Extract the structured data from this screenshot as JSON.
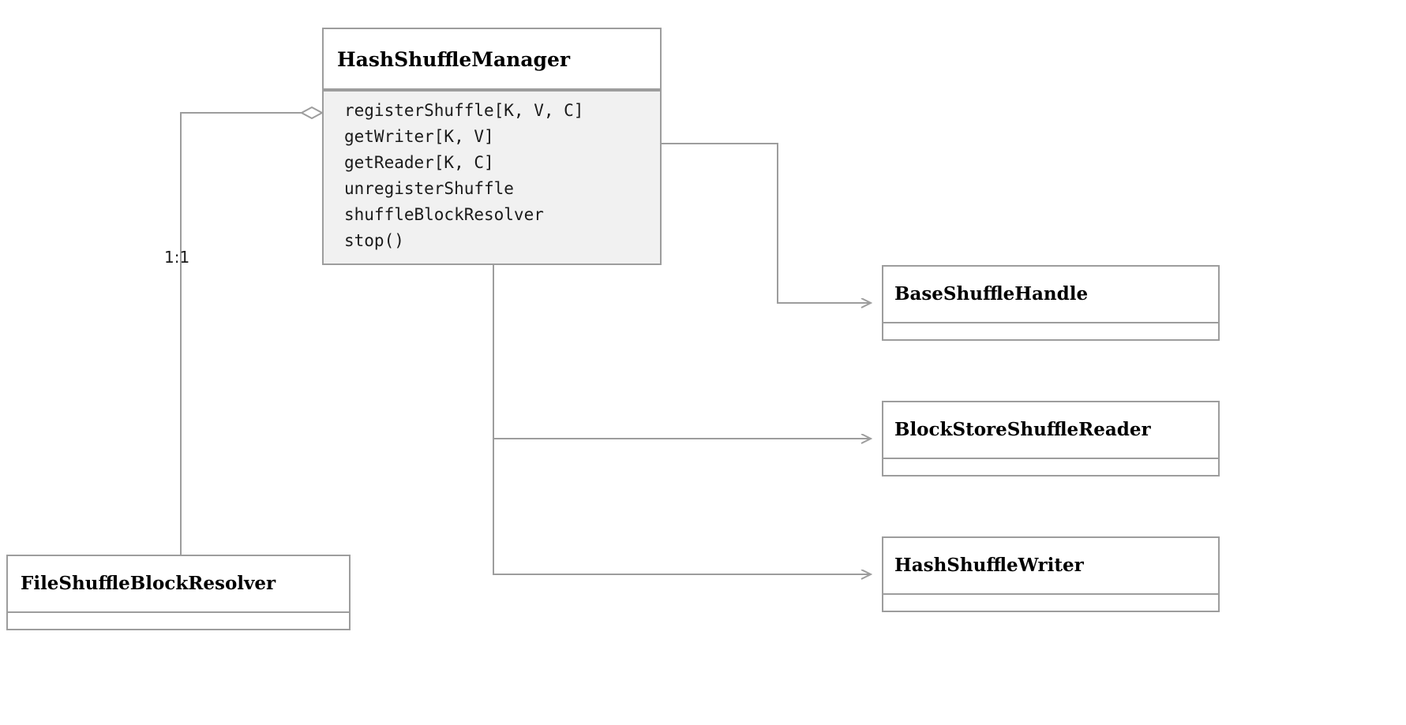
{
  "diagram": {
    "type": "uml-class-diagram",
    "background_color": "#ffffff",
    "border_color": "#9d9d9d",
    "highlight_fill": "#f1f1f1",
    "line_color": "#9d9d9d"
  },
  "classes": {
    "hash_shuffle_manager": {
      "name": "HashShuffleManager",
      "members": [
        "registerShuffle[K, V, C]",
        "getWriter[K, V]",
        "getReader[K, C]",
        "unregisterShuffle",
        "shuffleBlockResolver",
        "stop()"
      ]
    },
    "base_shuffle_handle": {
      "name": "BaseShuffleHandle"
    },
    "block_store_shuffle_reader": {
      "name": "BlockStoreShuffleReader"
    },
    "hash_shuffle_writer": {
      "name": "HashShuffleWriter"
    },
    "file_shuffle_block_resolver": {
      "name": "FileShuffleBlockResolver"
    }
  },
  "edges": {
    "aggregation_multiplicity": "1:1"
  }
}
